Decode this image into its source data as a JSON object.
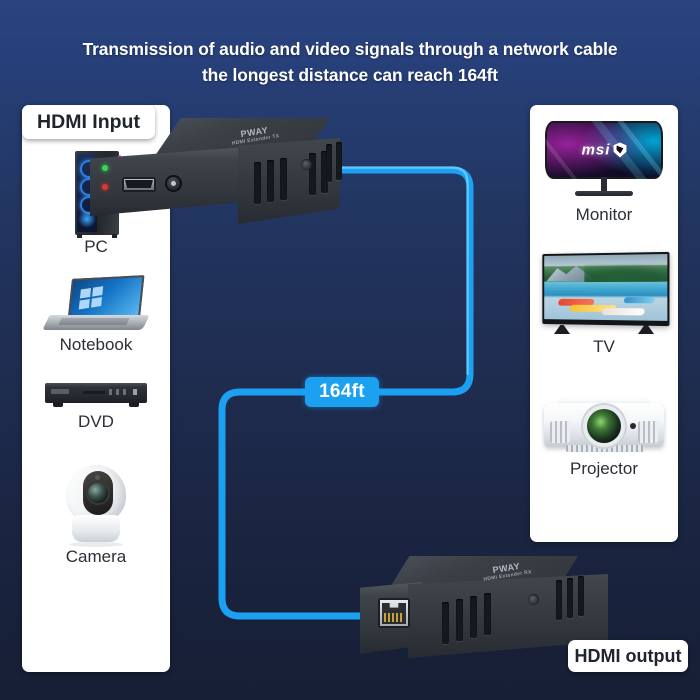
{
  "headline": {
    "line1": "Transmission of audio and video signals through a network cable",
    "line2": "the longest distance can reach 164ft"
  },
  "colors": {
    "background_top": "#2a4480",
    "background_bottom": "#171f36",
    "panel": "#ffffff",
    "cable": "#1ba0f2",
    "badge": "#1ba0f2",
    "led_green": "#2ddc52",
    "led_red": "#e3342f"
  },
  "labels": {
    "hdmi_input": "HDMI Input",
    "hdmi_output": "HDMI output"
  },
  "cable": {
    "distance_badge": "164ft"
  },
  "sources": {
    "panel_name": "source-devices",
    "items": [
      {
        "name": "pc",
        "label": "PC"
      },
      {
        "name": "notebook",
        "label": "Notebook"
      },
      {
        "name": "dvd",
        "label": "DVD"
      },
      {
        "name": "camera",
        "label": "Camera"
      }
    ]
  },
  "displays": {
    "panel_name": "display-devices",
    "items": [
      {
        "name": "monitor",
        "label": "Monitor"
      },
      {
        "name": "tv",
        "label": "TV"
      },
      {
        "name": "projector",
        "label": "Projector"
      }
    ]
  },
  "transmitter": {
    "name": "hdmi-extender-transmitter",
    "brand": "PWAY",
    "model": "HDMI Extender TX",
    "ports": [
      "hdmi-port",
      "dc-power-jack"
    ],
    "leds": [
      "green",
      "red"
    ]
  },
  "receiver": {
    "name": "hdmi-extender-receiver",
    "brand": "PWAY",
    "model": "HDMI Extender RX",
    "ports": [
      "rj45-ethernet-port"
    ]
  },
  "monitor_screen": {
    "brand_text": "msi"
  }
}
